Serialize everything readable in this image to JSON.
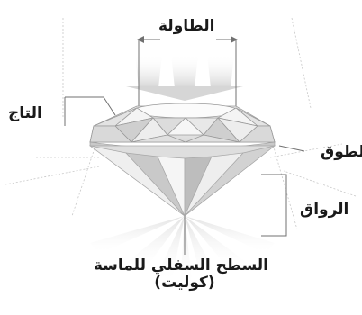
{
  "labels": {
    "table": "الطاولة",
    "crown": "التاج",
    "girdle": "الطوق",
    "pavilion": "الرواق",
    "culet_line1": "السطح السفلي للماسة",
    "culet_line2": "(كوليت)"
  },
  "colors": {
    "text": "#1a1a1a",
    "line": "#707070",
    "facet_light": "#f2f2f2",
    "facet_mid": "#d9d9d9",
    "facet_dark": "#bdbdbd",
    "light_rays": "#e6e6e6"
  }
}
